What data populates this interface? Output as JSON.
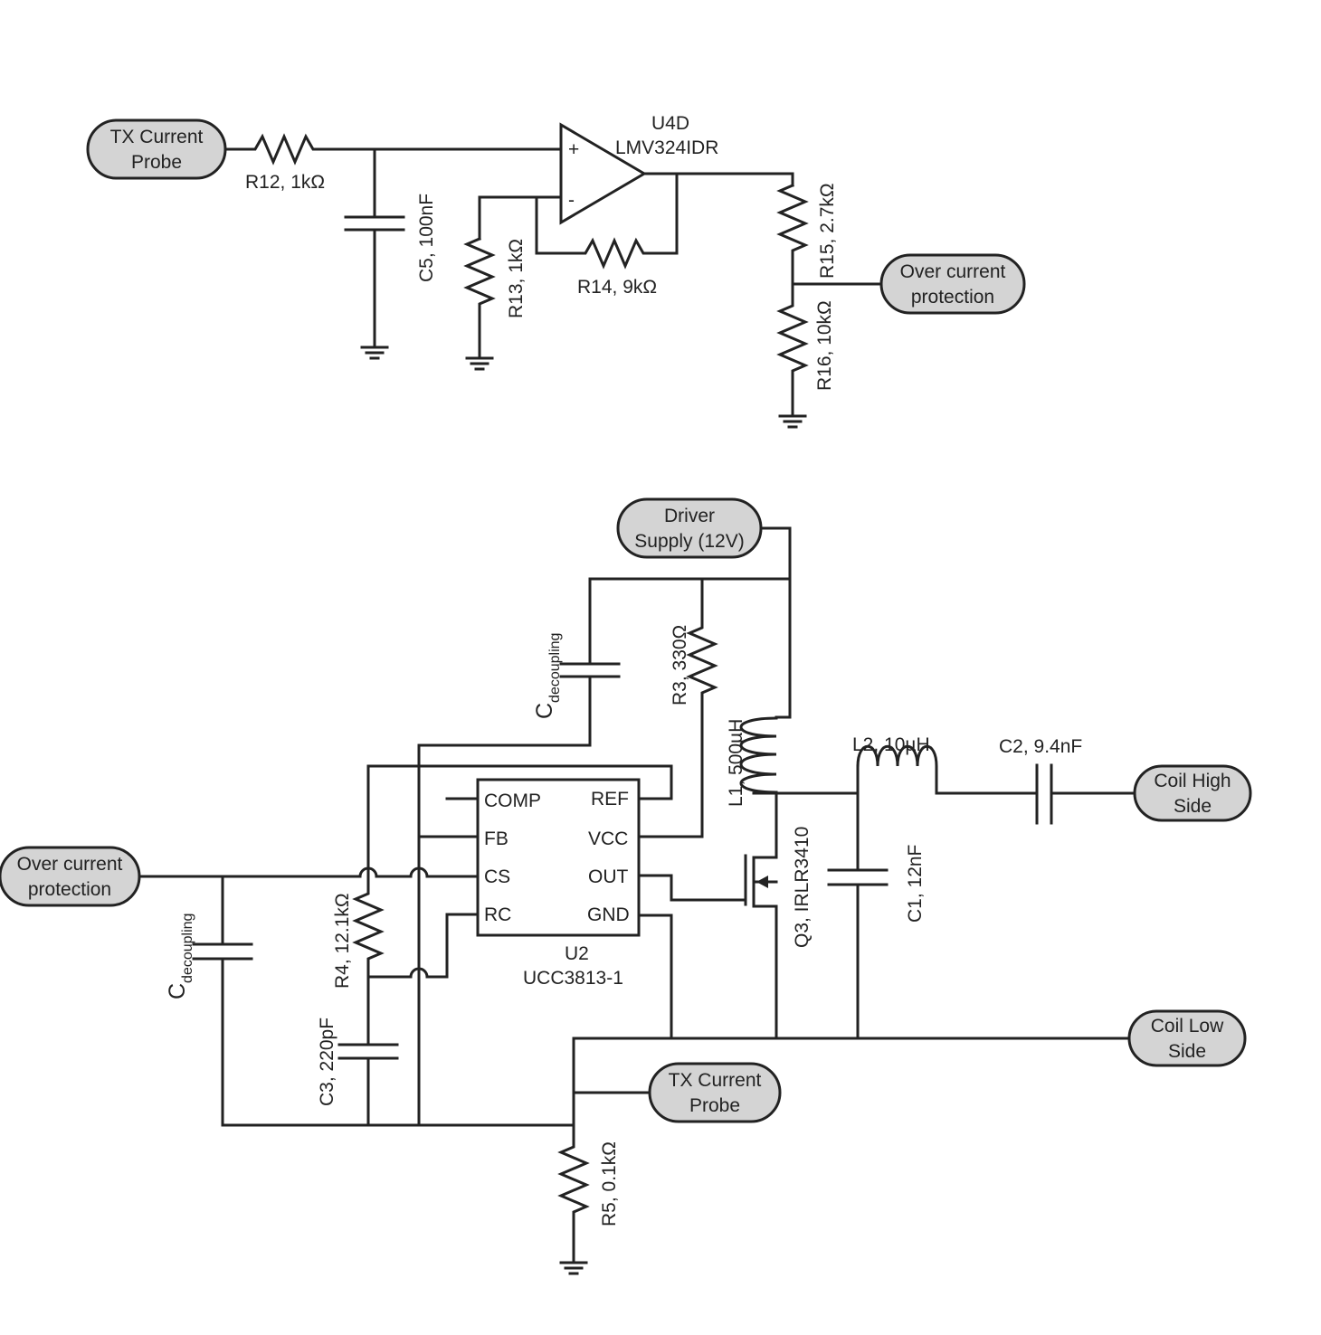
{
  "ports": {
    "tx_probe_top": [
      "TX Current",
      "Probe"
    ],
    "ocp_top": [
      "Over current",
      "protection"
    ],
    "driver_supply": [
      "Driver",
      "Supply (12V)"
    ],
    "ocp_bottom": [
      "Over current",
      "protection"
    ],
    "coil_high": [
      "Coil High",
      "Side"
    ],
    "coil_low": [
      "Coil Low",
      "Side"
    ],
    "tx_probe_bottom": [
      "TX Current",
      "Probe"
    ]
  },
  "labels": {
    "r12": "R12, 1kΩ",
    "c5": "C5, 100nF",
    "r13": "R13, 1kΩ",
    "r14": "R14, 9kΩ",
    "r15": "R15, 2.7kΩ",
    "r16": "R16, 10kΩ",
    "u4_ref": "U4D",
    "u4_part": "LMV324IDR",
    "opamp_plus": "+",
    "opamp_minus": "-",
    "r3": "R3, 330Ω",
    "cdec_top_main": "C",
    "cdec_top_sub": "decoupling",
    "cdec_left_main": "C",
    "cdec_left_sub": "decoupling",
    "l1": "L1, 500µH",
    "l2": "L2, 10µH",
    "c2": "C2, 9.4nF",
    "q3": "Q3, IRLR3410",
    "c1": "C1, 12nF",
    "r4": "R4, 12.1kΩ",
    "c3": "C3, 220pF",
    "u2_ref": "U2",
    "u2_part": "UCC3813-1",
    "r5": "R5, 0.1kΩ"
  },
  "ic_pins": {
    "comp": "COMP",
    "ref": "REF",
    "fb": "FB",
    "vcc": "VCC",
    "cs": "CS",
    "out": "OUT",
    "rc": "RC",
    "gnd": "GND"
  }
}
